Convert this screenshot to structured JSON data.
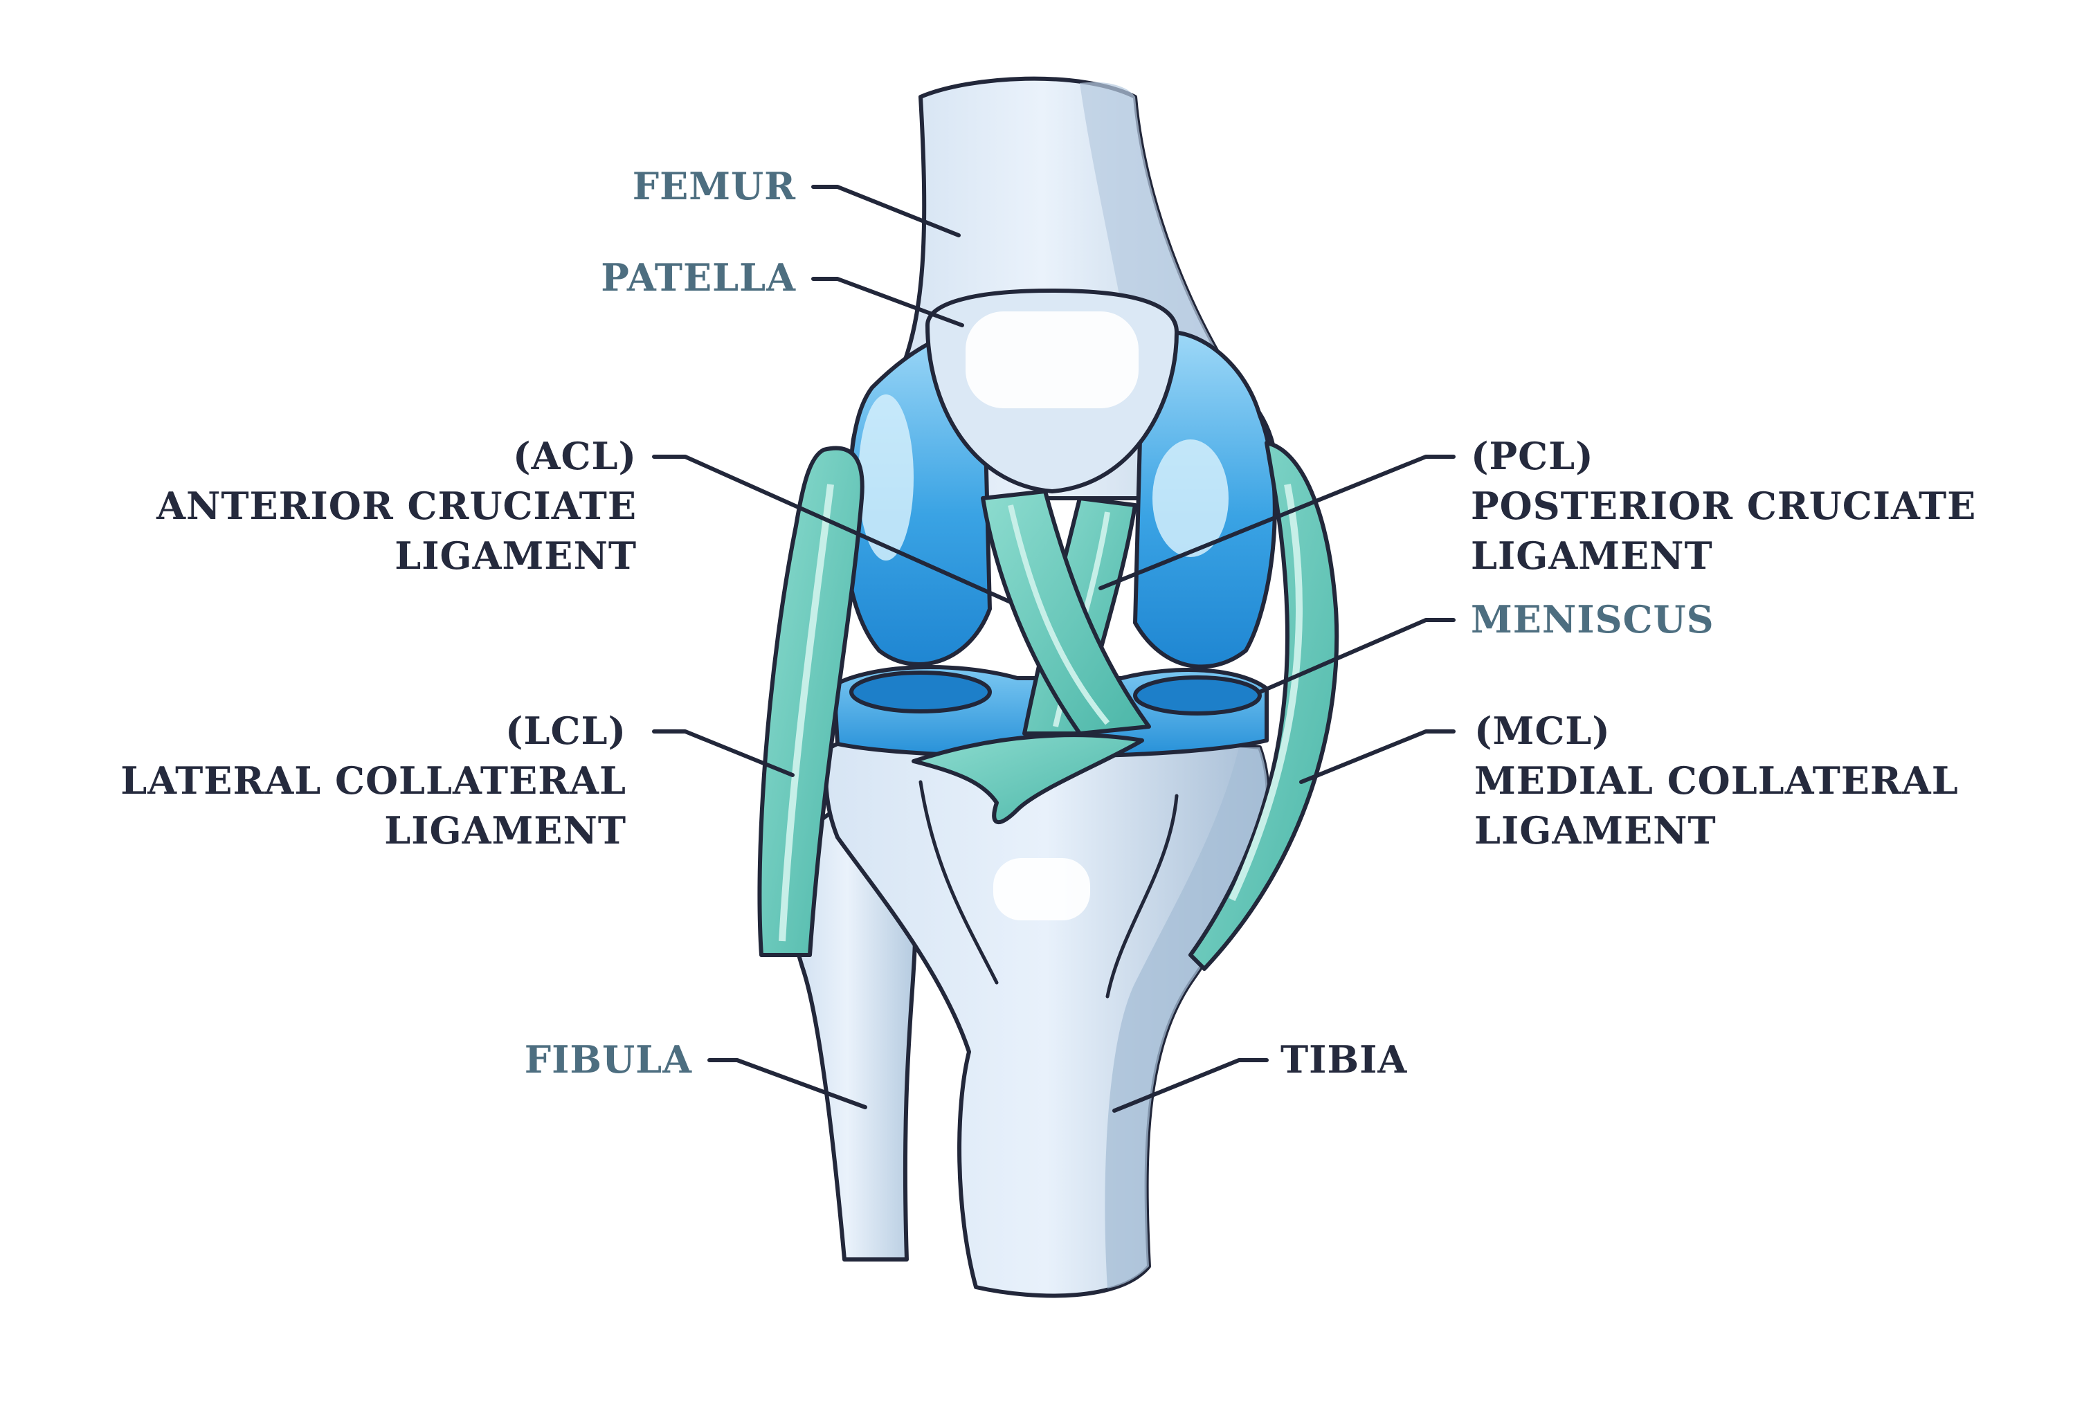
{
  "labels": {
    "femur": "FEMUR",
    "patella": "PATELLA",
    "acl": [
      "(ACL)",
      "ANTERIOR CRUCIATE",
      "LIGAMENT"
    ],
    "pcl": [
      "(PCL)",
      "POSTERIOR CRUCIATE",
      "LIGAMENT"
    ],
    "meniscus": "MENISCUS",
    "lcl": [
      "(LCL)",
      "LATERAL COLLATERAL",
      "LIGAMENT"
    ],
    "mcl": [
      "(MCL)",
      "MEDIAL COLLATERAL",
      "LIGAMENT"
    ],
    "fibula": "FIBULA",
    "tibia": "TIBIA"
  },
  "colors": {
    "bone_light": "#dde9f6",
    "bone_shadow": "#a9c0d8",
    "cartilage_blue": "#2f9ae0",
    "cartilage_light": "#8fd0f5",
    "ligament_teal": "#5cc1b4",
    "ligament_light": "#a6e3d9",
    "outline": "#22273a",
    "bone_label": "#4d6e80",
    "structure_label": "#252a3d"
  }
}
